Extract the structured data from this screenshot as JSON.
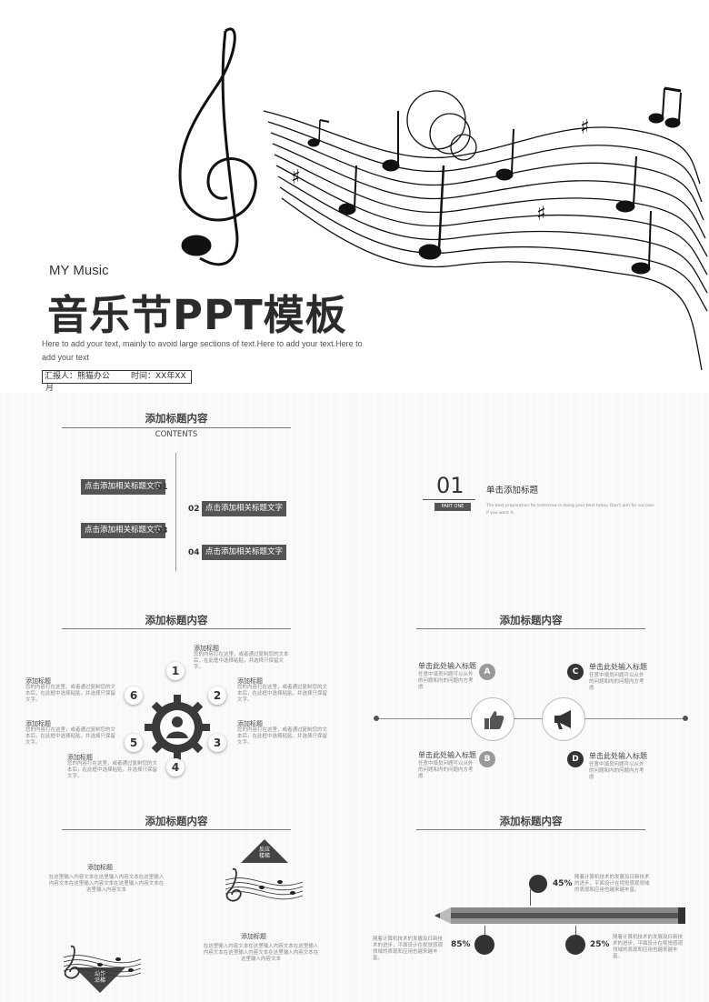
{
  "hero": {
    "brand": "MY Music",
    "title": "音乐节PPT模板",
    "subtitle": "Here to add your text, mainly to avoid large sections of text.Here to add your text.Here to add your text",
    "reporter": "汇报人：熊猫办公",
    "time": "时间：XX年XX",
    "time_wrap": "月"
  },
  "slide_contents": {
    "title": "添加标题内容",
    "sub": "CONTENTS",
    "items": [
      {
        "label": "点击添加相关标题文字",
        "num": "01"
      },
      {
        "label": "点击添加相关标题文字",
        "num": "02"
      },
      {
        "label": "点击添加相关标题文字",
        "num": "03"
      },
      {
        "label": "点击添加相关标题文字",
        "num": "04"
      }
    ]
  },
  "slide_part": {
    "num": "01",
    "tag": "PART ONE",
    "heading": "单击添加标题",
    "desc": "The best preparation for tomorrow is doing your best today. Don't aim for success if you want it."
  },
  "slide_gear": {
    "title": "添加标题内容",
    "nums": [
      "1",
      "2",
      "3",
      "4",
      "5",
      "6"
    ],
    "item_title": "添加标题",
    "item_text": "您的内容打在这里，或者通过复制您的文本后，在此框中选择粘贴，并选择只保留文字。"
  },
  "slide_compare": {
    "title": "添加标题内容",
    "items": [
      {
        "letter": "A",
        "title": "单击此处输入标题"
      },
      {
        "letter": "B",
        "title": "单击此处输入标题"
      },
      {
        "letter": "C",
        "title": "单击此处输入标题"
      },
      {
        "letter": "D",
        "title": "单击此处输入标题"
      }
    ],
    "text": "任意中填员问题可以从外的问题和内的问题内方考虑"
  },
  "slide_flow": {
    "title": "添加标题内容",
    "tag_top_1": "反应",
    "tag_top_2": "楼梯",
    "tag_bottom_1": "动作",
    "tag_bottom_2": "沿梯",
    "item_title": "添加标题",
    "item_text": "在这里输入内容文本在这里输入内容文本在这里输入内容文本在这里输入内容文本在这里输入内容文本在这里输入内容文本"
  },
  "slide_pencil": {
    "title": "添加标题内容",
    "pct": [
      "45%",
      "85%",
      "25%"
    ],
    "values": [
      0.45,
      0.85,
      0.25
    ],
    "text": "随着计算机技术的发展及日新技术的进步，平面设计在视觉感观领域的表现和应用也越来越丰富。"
  }
}
